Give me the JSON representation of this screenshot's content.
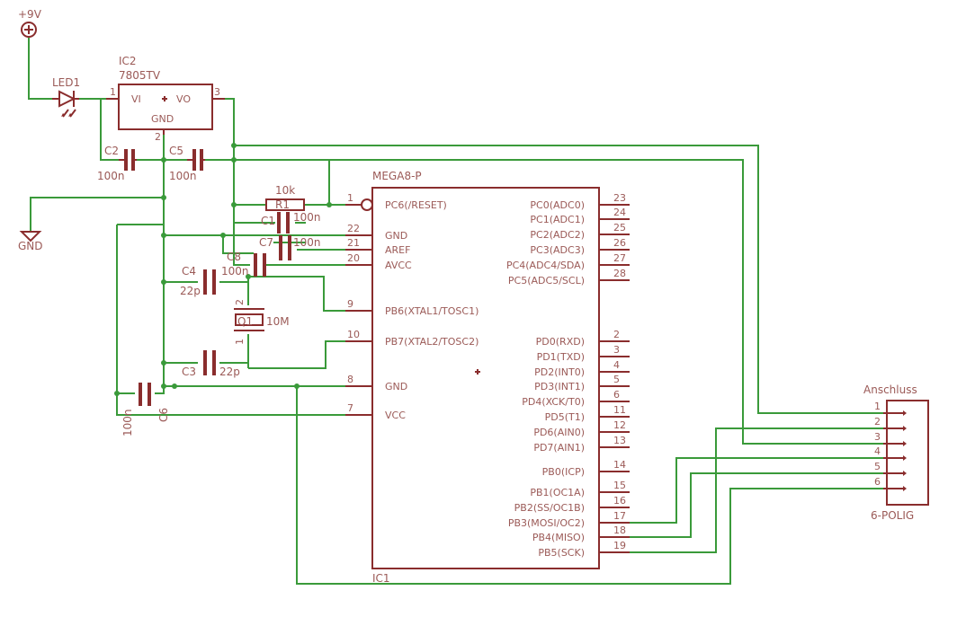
{
  "power": {
    "supply": "+9V",
    "ground": "GND"
  },
  "led": {
    "name": "LED1"
  },
  "regulator": {
    "name": "IC2",
    "value": "7805TV",
    "pin_vi": "VI",
    "pin_vo": "VO",
    "pin_gnd": "GND",
    "num_1": "1",
    "num_2": "2",
    "num_3": "3"
  },
  "caps": {
    "c1": {
      "name": "C1",
      "value": "100n"
    },
    "c2": {
      "name": "C2",
      "value": "100n"
    },
    "c3": {
      "name": "C3",
      "value": "22p"
    },
    "c4": {
      "name": "C4",
      "value": "22p"
    },
    "c5": {
      "name": "C5",
      "value": "100n"
    },
    "c6": {
      "name": "C6",
      "value": "100n"
    },
    "c7": {
      "name": "C7",
      "value": "100n"
    },
    "c8": {
      "name": "C8",
      "value": "100n"
    }
  },
  "resistor": {
    "name": "R1",
    "value": "10k"
  },
  "crystal": {
    "name": "Q1",
    "value": "10M",
    "pin1": "1",
    "pin2": "2"
  },
  "mcu": {
    "name": "MEGA8-P",
    "ref": "IC1",
    "left_pins": [
      {
        "num": "1",
        "label": "PC6(/RESET)"
      },
      {
        "num": "22",
        "label": "GND"
      },
      {
        "num": "21",
        "label": "AREF"
      },
      {
        "num": "20",
        "label": "AVCC"
      },
      {
        "num": "9",
        "label": "PB6(XTAL1/TOSC1)"
      },
      {
        "num": "10",
        "label": "PB7(XTAL2/TOSC2)"
      },
      {
        "num": "8",
        "label": "GND"
      },
      {
        "num": "7",
        "label": "VCC"
      }
    ],
    "right_pins": [
      {
        "num": "23",
        "label": "PC0(ADC0)"
      },
      {
        "num": "24",
        "label": "PC1(ADC1)"
      },
      {
        "num": "25",
        "label": "PC2(ADC2)"
      },
      {
        "num": "26",
        "label": "PC3(ADC3)"
      },
      {
        "num": "27",
        "label": "PC4(ADC4/SDA)"
      },
      {
        "num": "28",
        "label": "PC5(ADC5/SCL)"
      },
      {
        "num": "2",
        "label": "PD0(RXD)"
      },
      {
        "num": "3",
        "label": "PD1(TXD)"
      },
      {
        "num": "4",
        "label": "PD2(INT0)"
      },
      {
        "num": "5",
        "label": "PD3(INT1)"
      },
      {
        "num": "6",
        "label": "PD4(XCK/T0)"
      },
      {
        "num": "11",
        "label": "PD5(T1)"
      },
      {
        "num": "12",
        "label": "PD6(AIN0)"
      },
      {
        "num": "13",
        "label": "PD7(AIN1)"
      },
      {
        "num": "14",
        "label": "PB0(ICP)"
      },
      {
        "num": "15",
        "label": "PB1(OC1A)"
      },
      {
        "num": "16",
        "label": "PB2(SS/OC1B)"
      },
      {
        "num": "17",
        "label": "PB3(MOSI/OC2)"
      },
      {
        "num": "18",
        "label": "PB4(MISO)"
      },
      {
        "num": "19",
        "label": "PB5(SCK)"
      }
    ]
  },
  "connector": {
    "name": "Anschluss",
    "value": "6-POLIG",
    "pins": [
      "1",
      "2",
      "3",
      "4",
      "5",
      "6"
    ]
  }
}
